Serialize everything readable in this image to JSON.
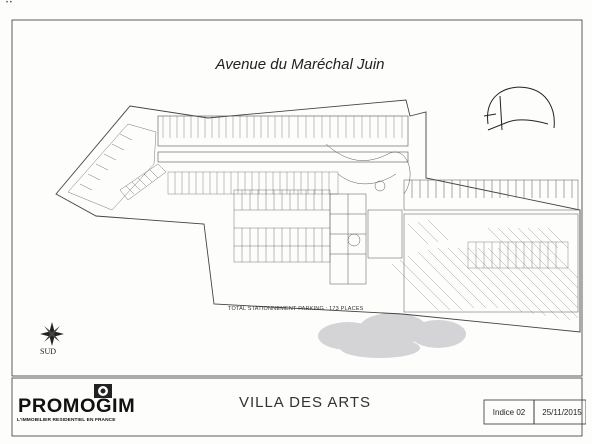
{
  "header": {
    "street": "Avenue du Maréchal Juin"
  },
  "plan": {
    "total_parking": "TOTAL STATIONNEMENT PARKING : 173 PLACES"
  },
  "compass": {
    "label": "SUD"
  },
  "title_block": {
    "logo": {
      "name": "PROMOGIM",
      "tagline": "L'IMMOBILIER RESIDENTIEL EN FRANCE"
    },
    "project": "VILLA DES ARTS",
    "indice": "Indice 02",
    "date": "25/11/2015"
  },
  "colors": {
    "ink": "#333333",
    "paper": "#fdfdfc",
    "blot": "#d4d4d6"
  }
}
